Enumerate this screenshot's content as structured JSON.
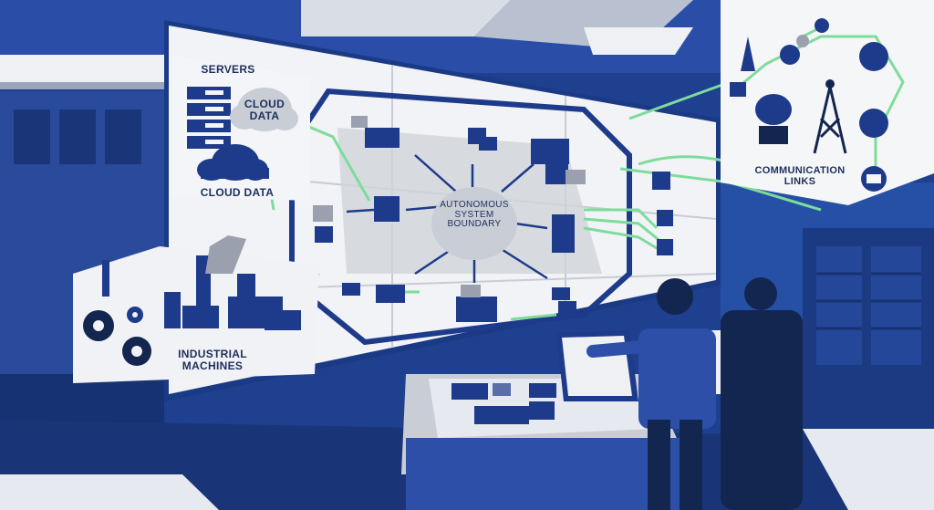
{
  "scene": {
    "colors": {
      "navy": "#1e3a8a",
      "deep_navy": "#13264f",
      "blue": "#2d4fa8",
      "pale": "#eef0f4",
      "gray": "#c7cbd3",
      "green": "#7ddc9c"
    },
    "labels": {
      "servers": "SERVERS",
      "cloud_data_bubble": "CLOUD DATA",
      "cloud_data": "CLOUD DATA",
      "autonomous_boundary": "AUTONOMOUS SYSTEM BOUNDARY",
      "communication_links": "COMMUNICATION LINKS",
      "industrial_machines": "INDUSTRIAL MACHINES"
    },
    "icons": [
      "server-rack-icon",
      "cloud-icon",
      "gear-icon",
      "factory-icon",
      "antenna-icon",
      "satellite-dish-icon",
      "radio-tower-icon",
      "fiber-cable-icon",
      "plug-icon"
    ]
  }
}
